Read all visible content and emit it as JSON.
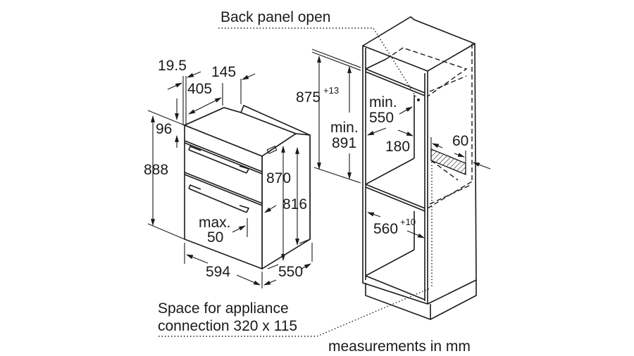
{
  "diagram": {
    "labels": {
      "back_panel": "Back panel open",
      "dim_19_5": "19.5",
      "dim_145": "145",
      "dim_405": "405",
      "dim_96": "96",
      "dim_888": "888",
      "dim_870": "870",
      "dim_816": "816",
      "max": "max.",
      "max_val": "50",
      "dim_594": "594",
      "dim_550": "550",
      "dim_875": "875",
      "dim_875_tol": "+13",
      "min_a": "min.",
      "min_891": "891",
      "min_b": "min.",
      "min_550": "550",
      "dim_180": "180",
      "dim_60": "60",
      "dim_560": "560",
      "dim_560_tol": "+10",
      "space_line1": "Space for appliance",
      "space_line2": "connection 320 x 115",
      "units": "measurements in mm"
    }
  }
}
